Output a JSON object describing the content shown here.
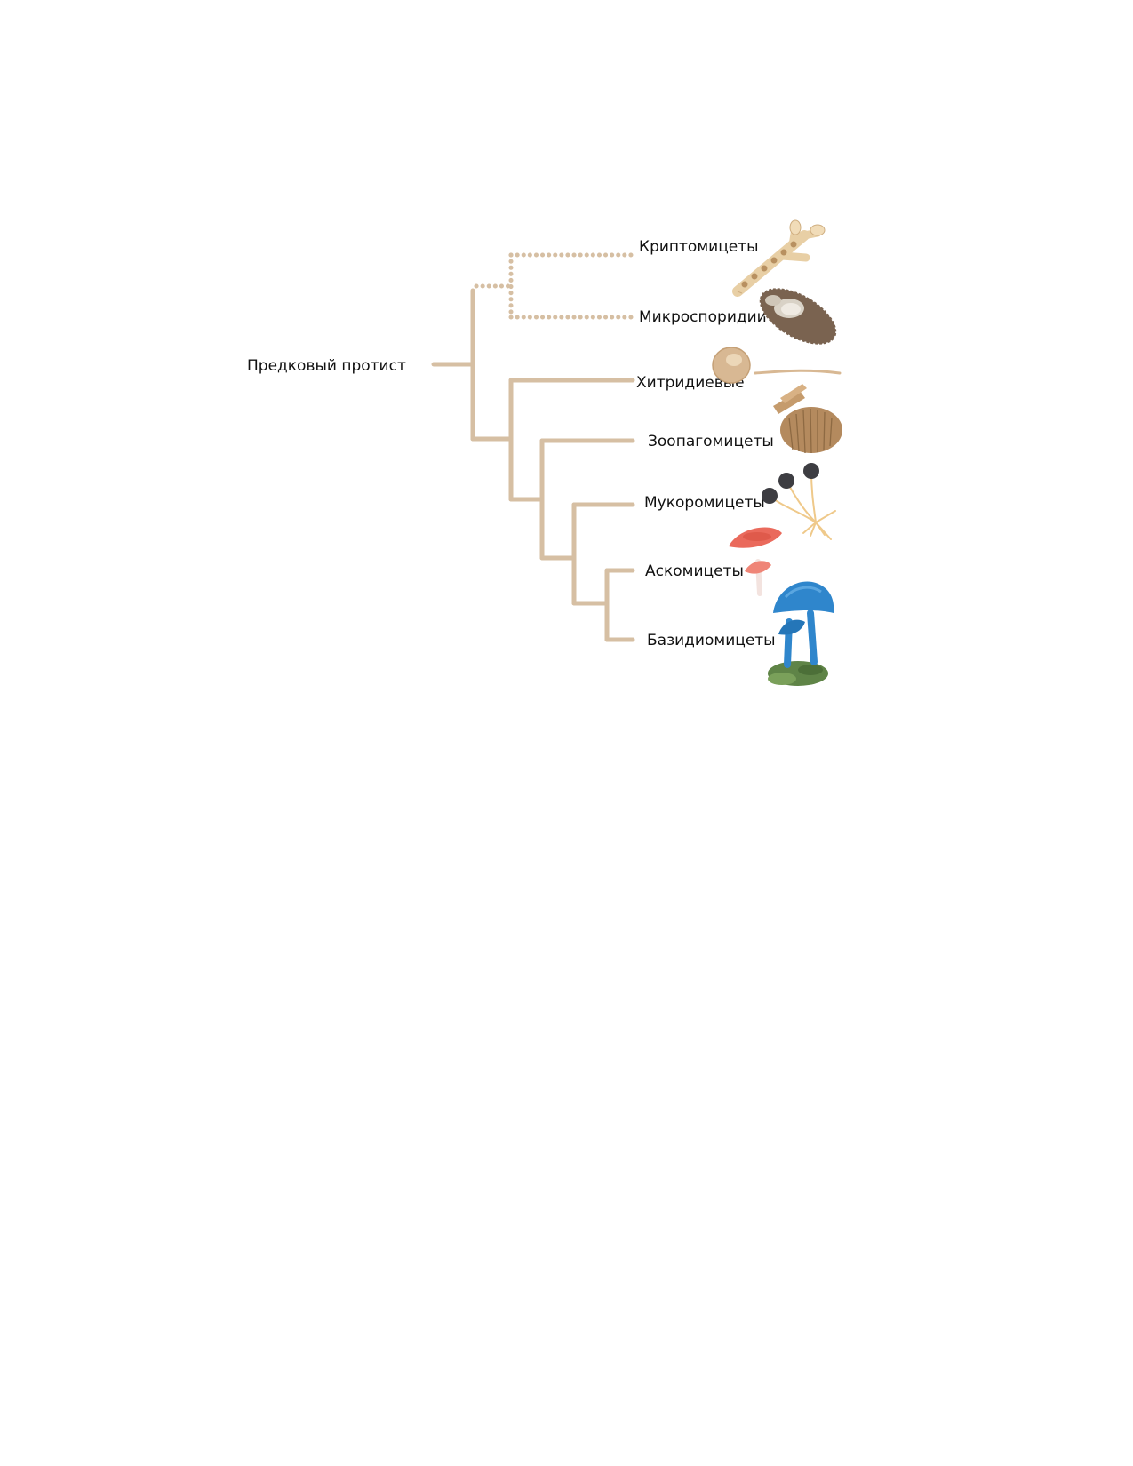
{
  "diagram": {
    "root_label": "Предковый протист",
    "taxa": [
      {
        "id": "cryptomycota",
        "label": "Криптомицеты",
        "branch": "dotted",
        "illustration": "branched-hyphae-with-spores"
      },
      {
        "id": "microsporidia",
        "label": "Микроспоридии",
        "branch": "dotted",
        "illustration": "oval-spore-cell"
      },
      {
        "id": "chytrids",
        "label": "Хитридиевые",
        "branch": "solid",
        "illustration": "flagellated-zoospore"
      },
      {
        "id": "zoopagomycota",
        "label": "Зоопагомицеты",
        "branch": "solid",
        "illustration": "fibrous-tuft"
      },
      {
        "id": "mucoromycota",
        "label": "Мукоромицеты",
        "branch": "solid",
        "illustration": "dark-sporangia-on-stalks"
      },
      {
        "id": "ascomycota",
        "label": "Аскомицеты",
        "branch": "solid",
        "illustration": "red-cup-fungi"
      },
      {
        "id": "basidiomycota",
        "label": "Базидиомицеты",
        "branch": "solid",
        "illustration": "blue-mushrooms-on-moss"
      }
    ]
  },
  "colors": {
    "branch": "#d6bfa3",
    "label_text": "#111111",
    "hyphae": "#e8cfa5",
    "spore_cell": "#7a6350",
    "zoospore": "#d8b893",
    "fibrous": "#b48a5e",
    "sporangium": "#3d3d42",
    "cup_fungus": "#ea6a5c",
    "blue_mushroom": "#2f86cc",
    "moss": "#5f8447"
  }
}
